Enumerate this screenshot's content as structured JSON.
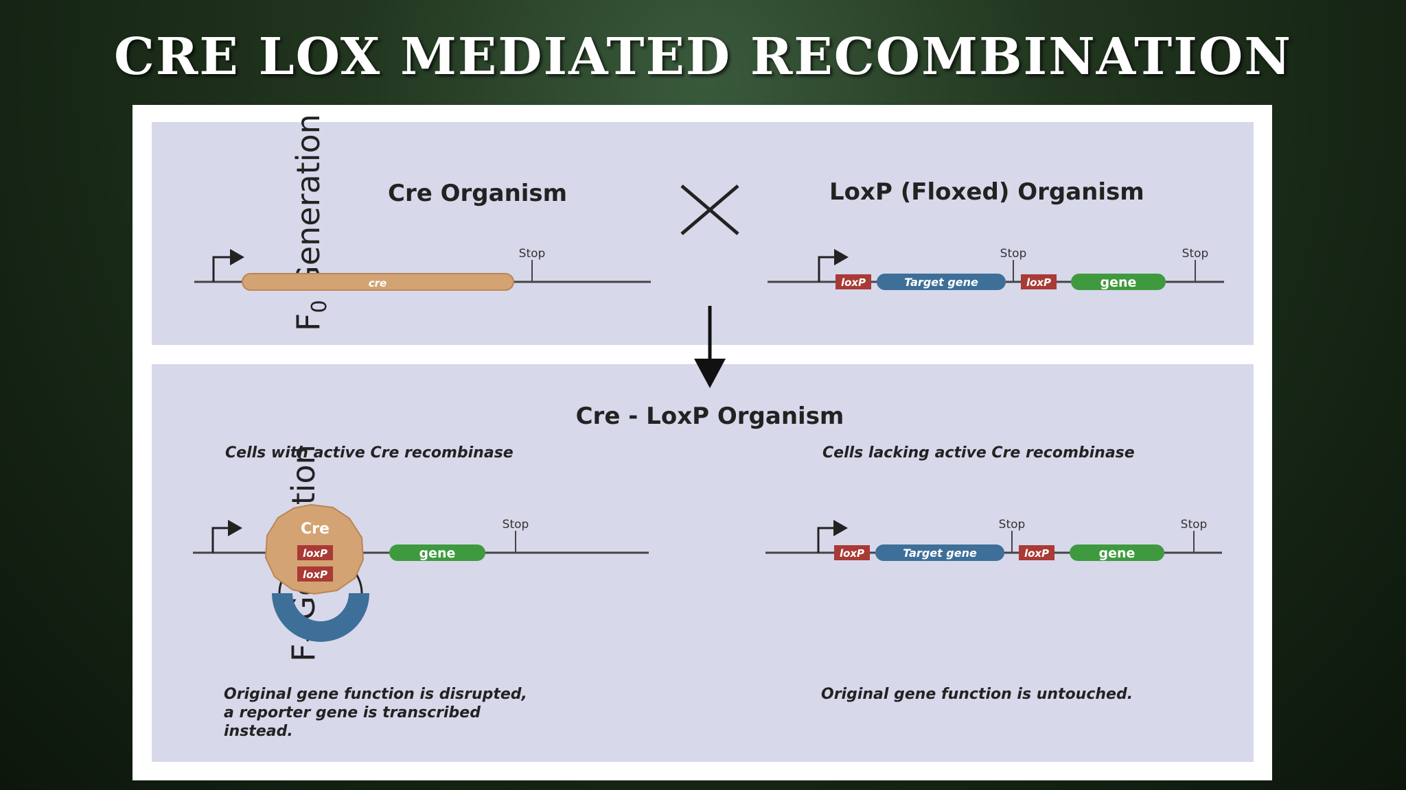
{
  "slide": {
    "title": "CRE LOX MEDIATED RECOMBINATION"
  },
  "diagram": {
    "f0": {
      "gen_letter": "F",
      "gen_sub": "0",
      "gen_word": "Generation",
      "cre_org_title": "Cre  Organism",
      "loxp_org_title": "LoxP (Floxed) Organism",
      "cre_gene": "cre",
      "stop": "Stop",
      "loxp": "loxP",
      "target_gene": "Target gene",
      "gene": "gene"
    },
    "f1": {
      "gen_letter": "F",
      "gen_sub": "1",
      "gen_word": "Generation",
      "title": "Cre - LoxP  Organism",
      "left_caption": "Cells with active Cre recombinase",
      "right_caption": "Cells lacking active Cre recombinase",
      "cre_protein": "Cre",
      "loxp": "loxP",
      "gene": "gene",
      "target_gene": "Target gene",
      "stop": "Stop",
      "left_result_line1": "Original gene function is disrupted,",
      "left_result_line2": "a reporter gene is transcribed",
      "left_result_line3": "instead.",
      "right_result": "Original gene function is untouched."
    },
    "colors": {
      "panel": "#d7d8ea",
      "cre": "#d4a373",
      "loxp": "#a93a35",
      "target": "#3d6f98",
      "gene": "#3f9a3f",
      "line": "#444444"
    }
  }
}
